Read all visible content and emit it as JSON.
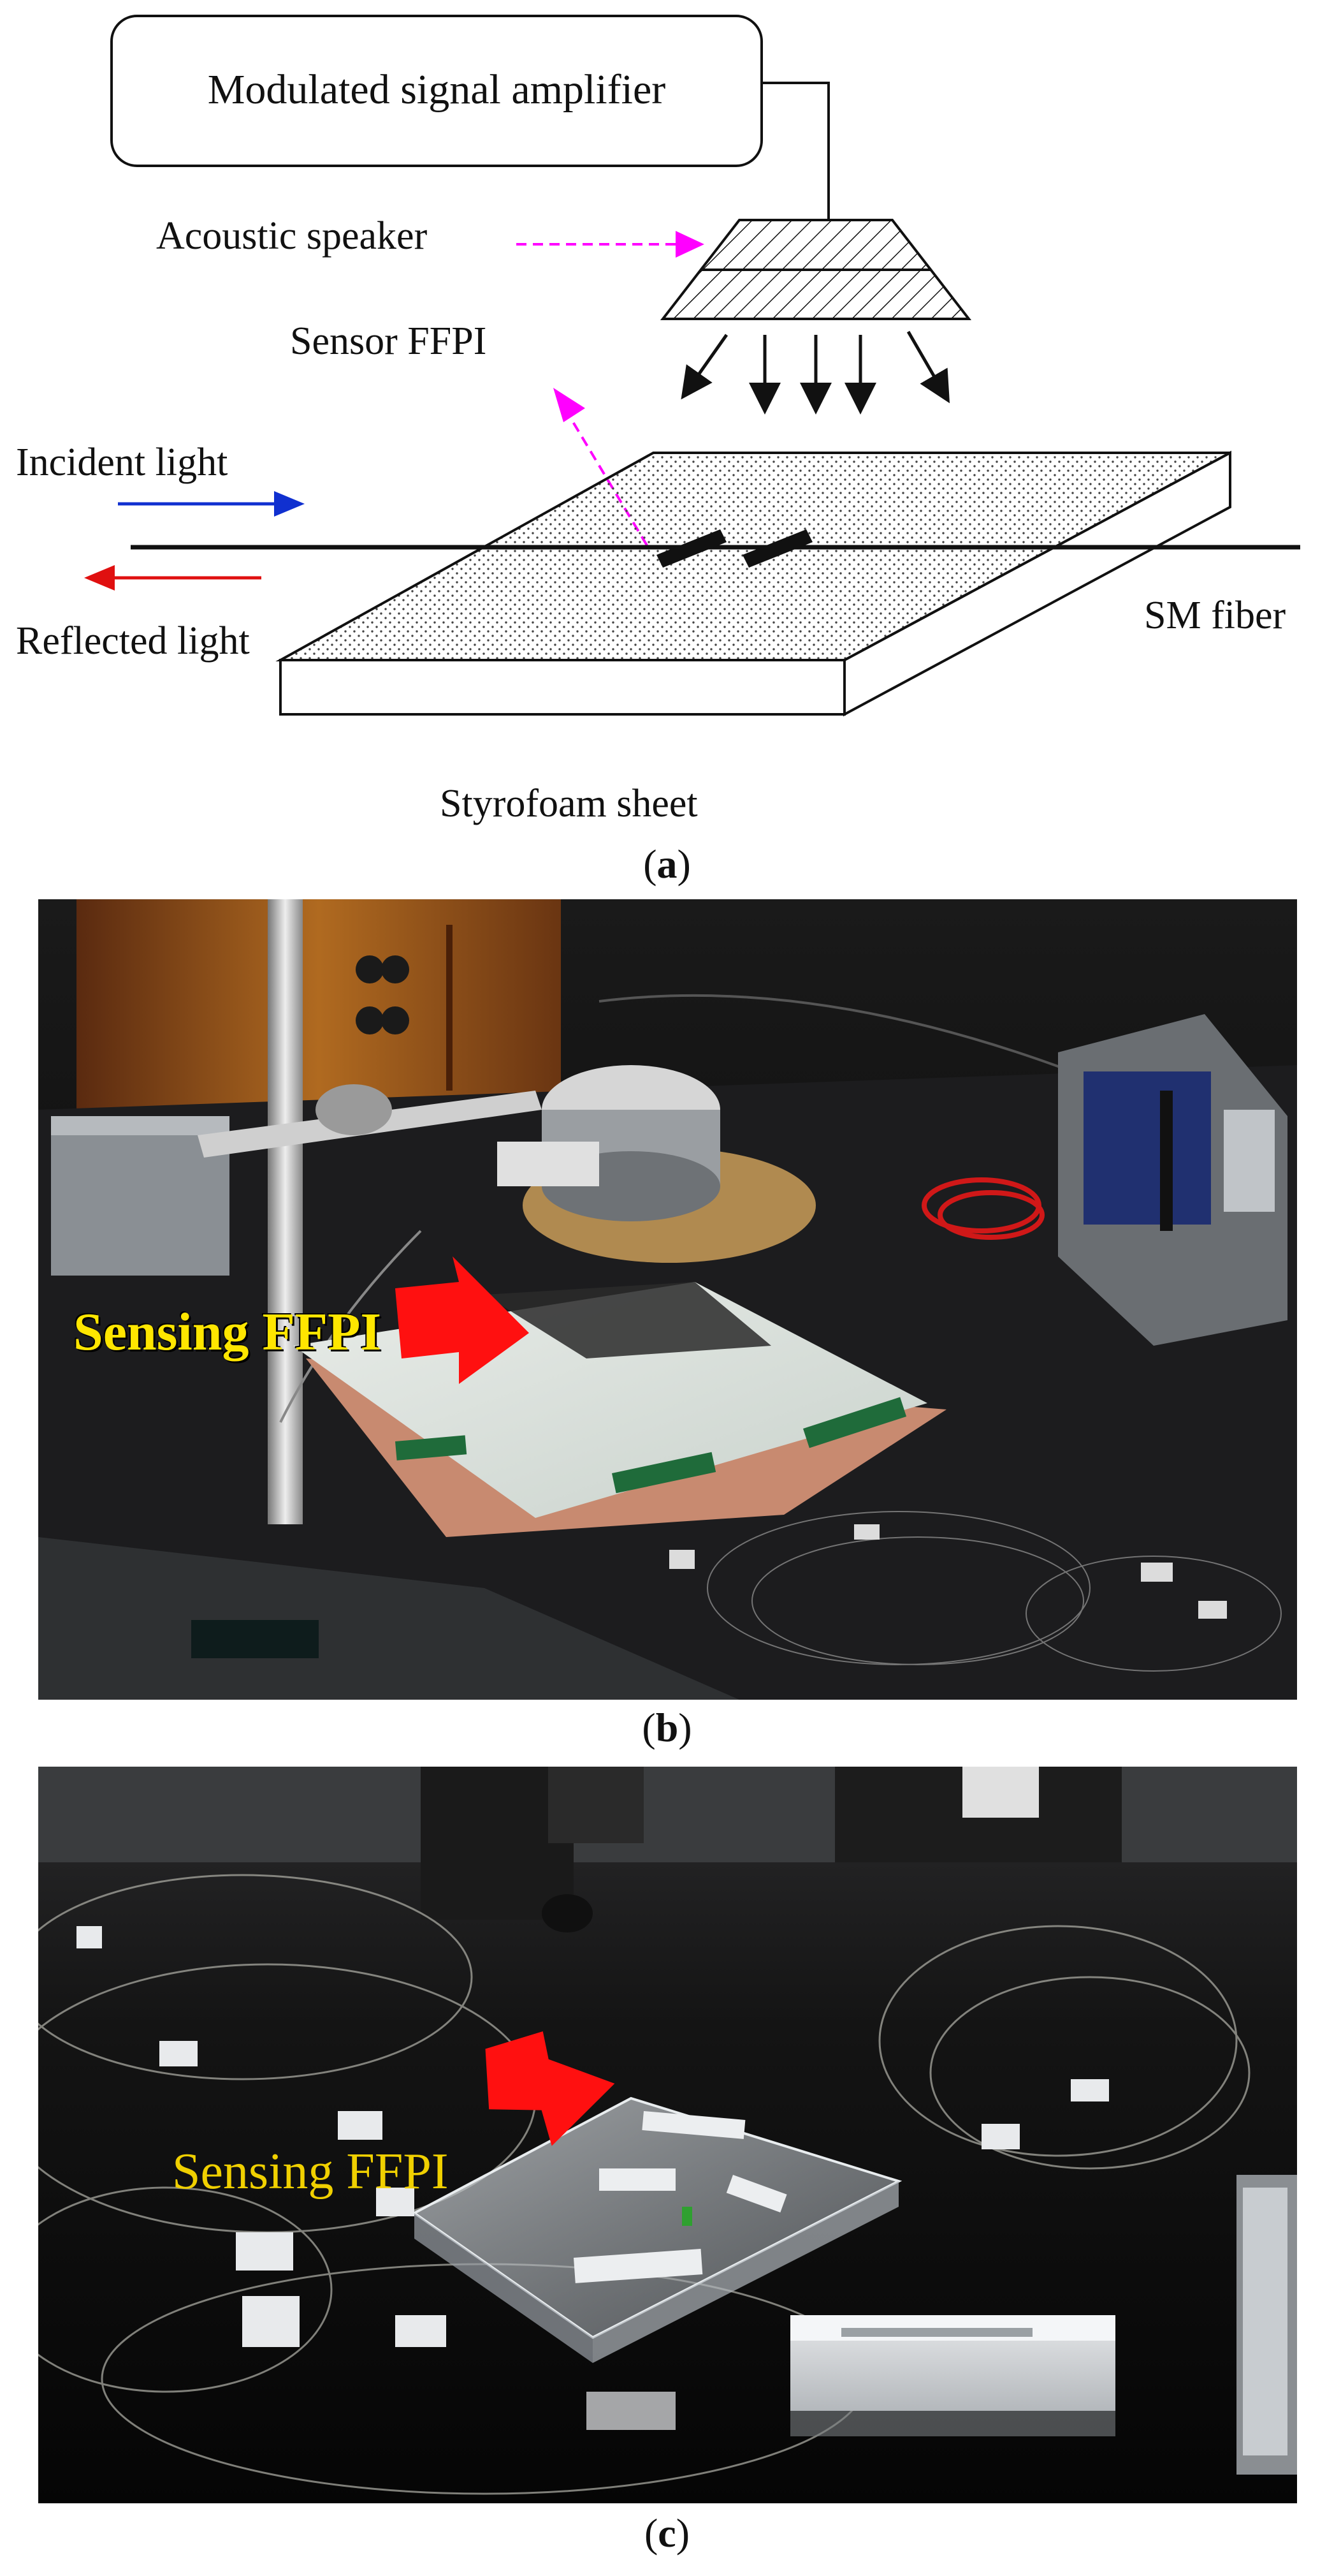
{
  "panel_a": {
    "amplifier_label": "Modulated signal amplifier",
    "speaker_label": "Acoustic speaker",
    "sensor_label": "Sensor FFPI",
    "incident_label": "Incident light",
    "reflected_label": "Reflected light",
    "fiber_label": "SM fiber",
    "sheet_label": "Styrofoam sheet",
    "caption": "a"
  },
  "panel_b": {
    "overlay_label": "Sensing FFPI",
    "caption": "b"
  },
  "panel_c": {
    "overlay_label": "Sensing FFPI",
    "caption": "c"
  },
  "colors": {
    "incident_arrow": "#1030d0",
    "reflected_arrow": "#e01010",
    "pointer_arrow": "#ff00ff",
    "photo_arrow": "#ff1010",
    "label_yellow": "#ffe600"
  }
}
